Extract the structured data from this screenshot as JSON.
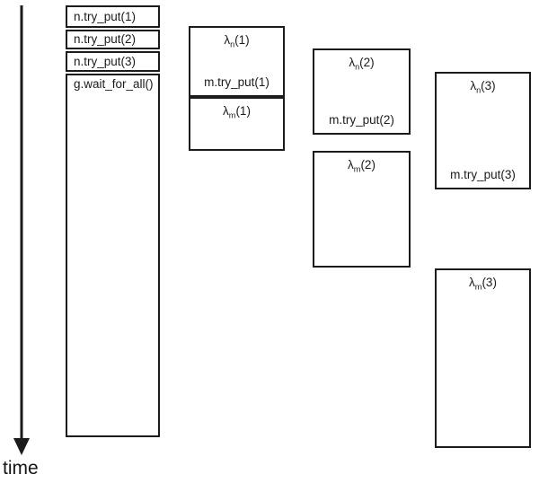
{
  "colors": {
    "background": "#ffffff",
    "ink": "#1b1b1b"
  },
  "time_axis": {
    "label": "time"
  },
  "main_thread": {
    "boxes": [
      "n.try_put(1)",
      "n.try_put(2)",
      "n.try_put(3)"
    ],
    "wait_box": "g.wait_for_all()"
  },
  "tasks": [
    {
      "n_lambda": {
        "sym": "λ",
        "sub": "n",
        "arg": "(1)"
      },
      "n_call": "m.try_put(1)",
      "m_lambda": {
        "sym": "λ",
        "sub": "m",
        "arg": "(1)"
      }
    },
    {
      "n_lambda": {
        "sym": "λ",
        "sub": "n",
        "arg": "(2)"
      },
      "n_call": "m.try_put(2)",
      "m_lambda": {
        "sym": "λ",
        "sub": "m",
        "arg": "(2)"
      }
    },
    {
      "n_lambda": {
        "sym": "λ",
        "sub": "n",
        "arg": "(3)"
      },
      "n_call": "m.try_put(3)",
      "m_lambda": {
        "sym": "λ",
        "sub": "m",
        "arg": "(3)"
      }
    }
  ]
}
